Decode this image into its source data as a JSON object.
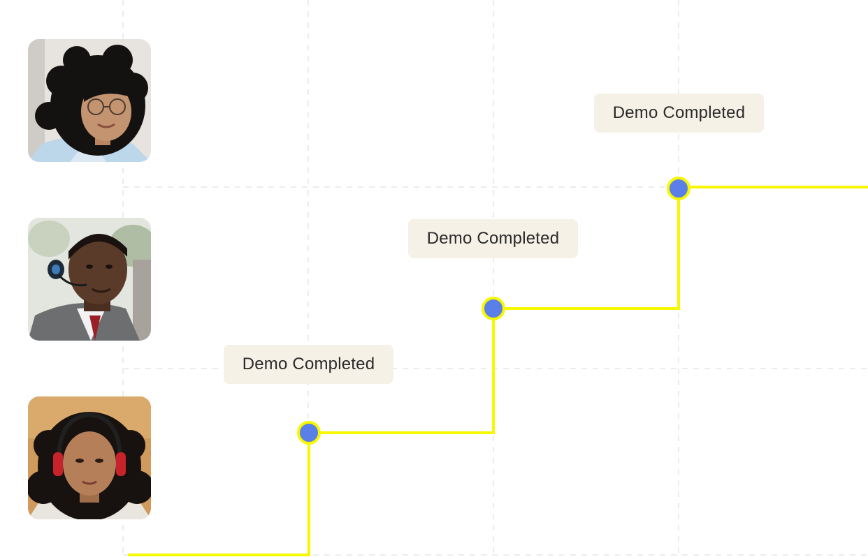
{
  "diagram": {
    "type": "step-progress-timeline",
    "colors": {
      "line": "#f7f700",
      "node_fill": "#5b7fe8",
      "node_ring": "#f7f700",
      "grid": "#ececec",
      "badge_bg": "#f5f1e6",
      "badge_text": "#2a2a2a"
    },
    "people": [
      {
        "avatar_icon": "woman-curly-hair-glasses-portrait"
      },
      {
        "avatar_icon": "man-headset-portrait"
      },
      {
        "avatar_icon": "woman-red-headphones-portrait"
      }
    ],
    "milestones": [
      {
        "label": "Demo Completed"
      },
      {
        "label": "Demo Completed"
      },
      {
        "label": "Demo Completed"
      }
    ]
  }
}
